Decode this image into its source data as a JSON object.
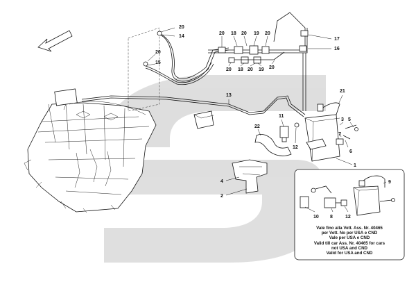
{
  "callouts": [
    {
      "id": "c20a",
      "text": "20"
    },
    {
      "id": "c14",
      "text": "14"
    },
    {
      "id": "c20b",
      "text": "20"
    },
    {
      "id": "c15",
      "text": "15"
    },
    {
      "id": "c20c",
      "text": "20"
    },
    {
      "id": "c18a",
      "text": "18"
    },
    {
      "id": "c20d",
      "text": "20"
    },
    {
      "id": "c19a",
      "text": "19"
    },
    {
      "id": "c20e",
      "text": "20"
    },
    {
      "id": "c17",
      "text": "17"
    },
    {
      "id": "c16",
      "text": "16"
    },
    {
      "id": "c20f",
      "text": "20"
    },
    {
      "id": "c18b",
      "text": "18"
    },
    {
      "id": "c20g",
      "text": "20"
    },
    {
      "id": "c19b",
      "text": "19"
    },
    {
      "id": "c20h",
      "text": "20"
    },
    {
      "id": "c13",
      "text": "13"
    },
    {
      "id": "c21",
      "text": "21"
    },
    {
      "id": "c11",
      "text": "11"
    },
    {
      "id": "c22",
      "text": "22"
    },
    {
      "id": "c12a",
      "text": "12"
    },
    {
      "id": "c3",
      "text": "3"
    },
    {
      "id": "c5",
      "text": "5"
    },
    {
      "id": "c7",
      "text": "7"
    },
    {
      "id": "c6",
      "text": "6"
    },
    {
      "id": "c1",
      "text": "1"
    },
    {
      "id": "c4",
      "text": "4"
    },
    {
      "id": "c2",
      "text": "2"
    },
    {
      "id": "c9",
      "text": "9"
    },
    {
      "id": "c10",
      "text": "10"
    },
    {
      "id": "c8",
      "text": "8"
    },
    {
      "id": "c12b",
      "text": "12"
    }
  ],
  "inset_note": [
    "Vale fino alla Vett. Ass. Nr. 40465",
    "per Vett. No per USA e CND",
    "Vale per USA e CND",
    "Valid till car Ass. Nr. 40465 for cars",
    "not USA and CND",
    "Valid for USA and CND"
  ],
  "colors": {
    "watermark": "#d9d9d9",
    "line": "#111111",
    "background": "#ffffff"
  }
}
